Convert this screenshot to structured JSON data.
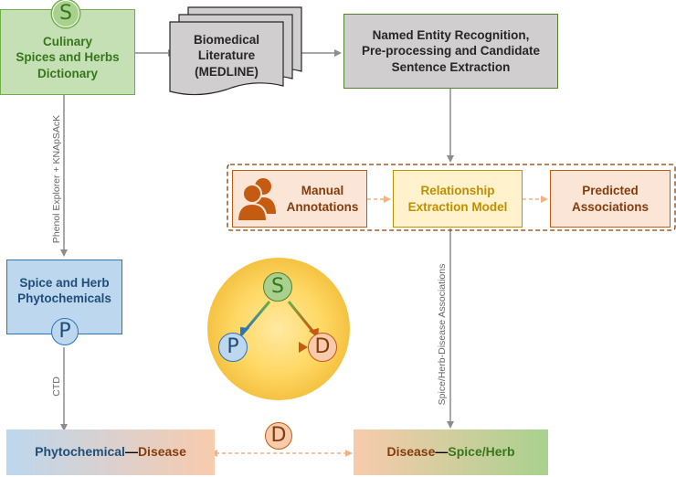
{
  "nodes": {
    "dictionary": {
      "badge": "S",
      "line1": "Culinary",
      "line2": "Spices and Herbs",
      "line3": "Dictionary"
    },
    "literature": {
      "line1": "Biomedical",
      "line2": "Literature",
      "line3": "(MEDLINE)"
    },
    "ner": {
      "line1": "Named Entity Recognition,",
      "line2": "Pre-processing and Candidate",
      "line3": "Sentence Extraction"
    },
    "manual": {
      "line1": "Manual",
      "line2": "Annotations"
    },
    "model": {
      "line1": "Relationship",
      "line2": "Extraction Model"
    },
    "predicted": {
      "line1": "Predicted",
      "line2": "Associations"
    },
    "phyto": {
      "line1": "Spice and Herb",
      "line2": "Phytochemicals",
      "badge": "P"
    },
    "center": {
      "s": "S",
      "p": "P",
      "d": "D"
    },
    "phyto_disease": {
      "left": "Phytochemical",
      "dash": "—",
      "right": "Disease"
    },
    "disease_spice": {
      "left": "Disease",
      "dash": "—",
      "right": "Spice/Herb"
    },
    "d_badge": "D"
  },
  "edges": {
    "left_label": "Phenol Explorer + KNApSAcK",
    "ctd_label": "CTD",
    "right_label": "Spice/Herb-Disease Associations"
  },
  "colors": {
    "green_fill": "#c5e0b4",
    "green_border": "#70ad47",
    "green_text": "#38761d",
    "gray_fill": "#d0cece",
    "blue_fill": "#bdd7ee",
    "blue_text": "#2e5d8f",
    "orange_fill": "#fbe5d6",
    "orange_text": "#c55a11",
    "yellow_fill": "#fff2cc",
    "yellow_text": "#bf8f00"
  }
}
